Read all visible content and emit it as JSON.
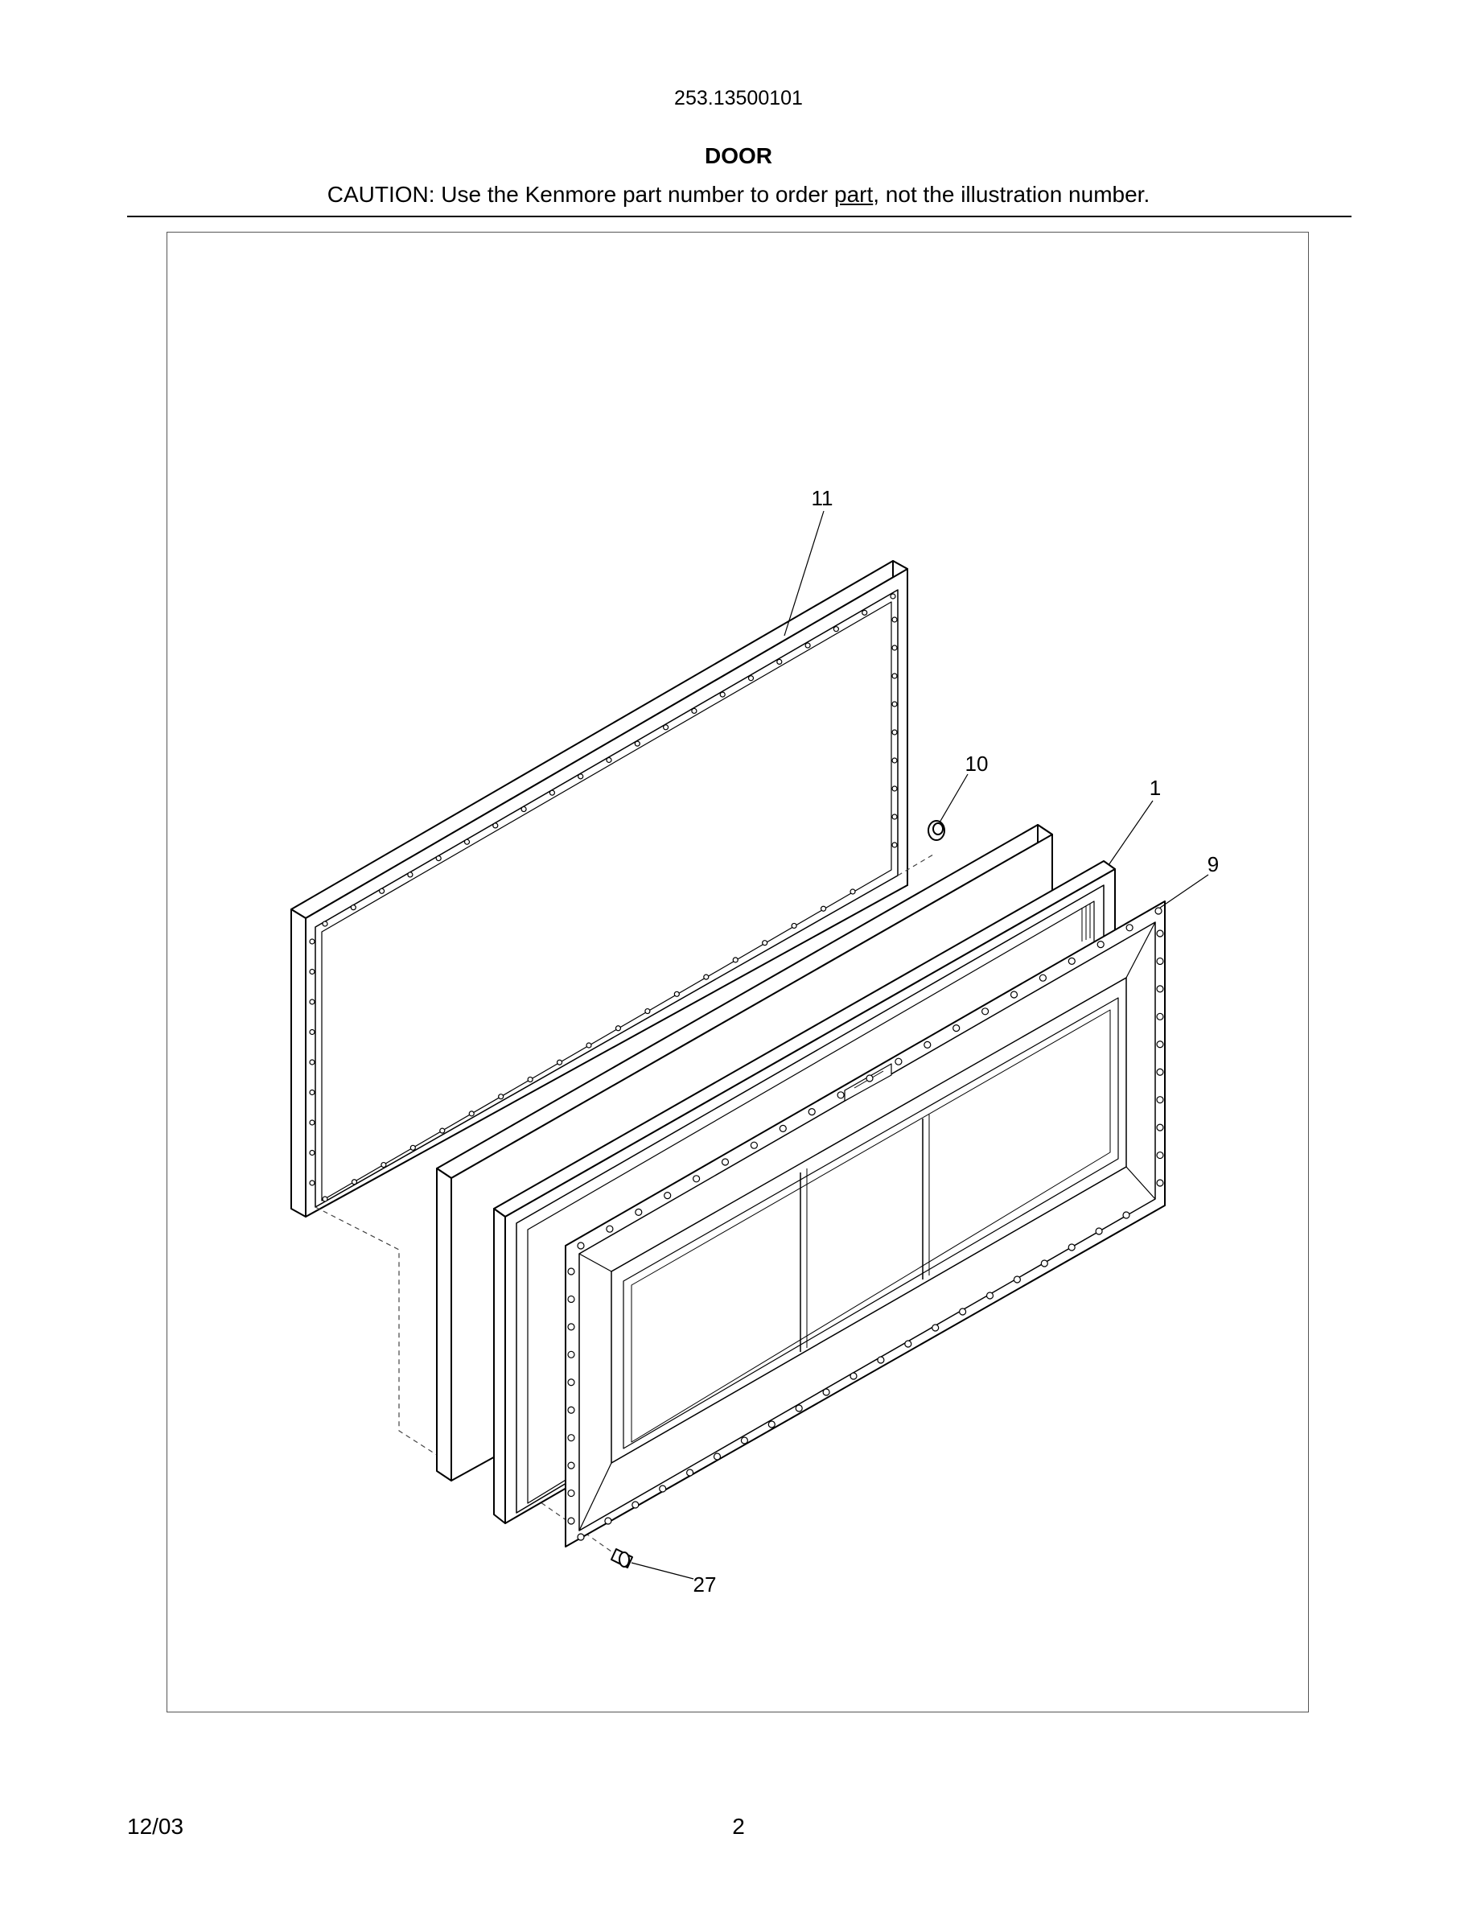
{
  "header": {
    "model_number": "253.13500101",
    "section_title": "DOOR",
    "caution_prefix": "CAUTION: Use the Kenmore part number to order ",
    "caution_underlined": "part",
    "caution_suffix": ", not the illustration number."
  },
  "callouts": {
    "c11": "11",
    "c10": "10",
    "c1": "1",
    "c9": "9",
    "c27": "27"
  },
  "footer": {
    "date": "12/03",
    "page": "2"
  }
}
